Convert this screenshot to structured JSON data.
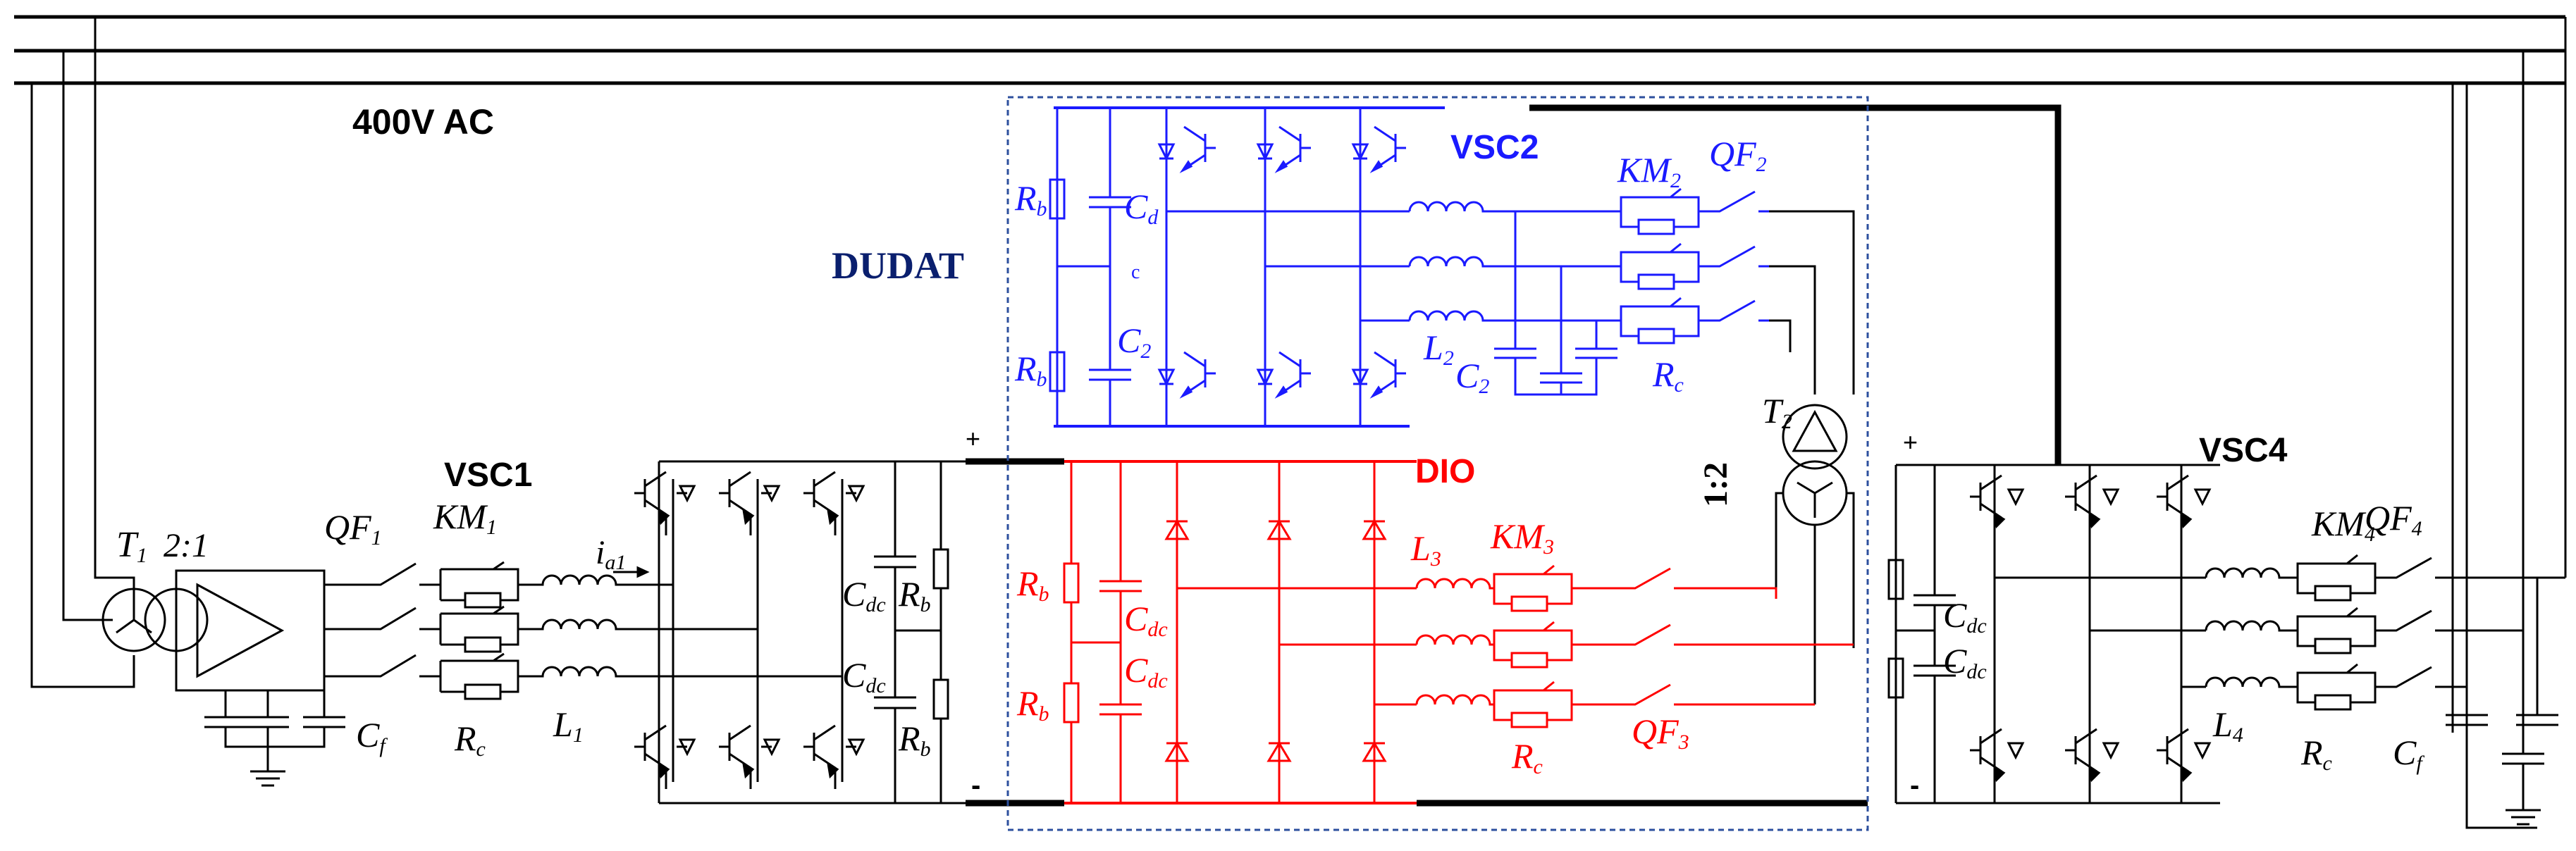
{
  "colors": {
    "black": "#000000",
    "blue": "#1a1aff",
    "red": "#ff0000",
    "navy": "#0a1f6e",
    "dash": "#2c4f9e"
  },
  "labels": {
    "ac_bus": "400V AC",
    "vsc1": "VSC1",
    "vsc2": "VSC2",
    "vsc4": "VSC4",
    "dudat": "DUDAT",
    "dio": "DIO",
    "t1": "T",
    "t1_sub": "1",
    "t1_ratio": "2:1",
    "t2": "T",
    "t2_sub": "2",
    "t2_ratio": "1:2",
    "qf": "QF",
    "km": "KM",
    "l": "L",
    "c": "C",
    "r": "R",
    "i": "i",
    "sub_1": "1",
    "sub_2": "2",
    "sub_3": "3",
    "sub_4": "4",
    "sub_f": "f",
    "sub_c": "c",
    "sub_b": "b",
    "sub_d": "d",
    "sub_dc": "dc",
    "sub_a1": "a1",
    "small_c": "c",
    "plus": "+",
    "minus": "-"
  }
}
